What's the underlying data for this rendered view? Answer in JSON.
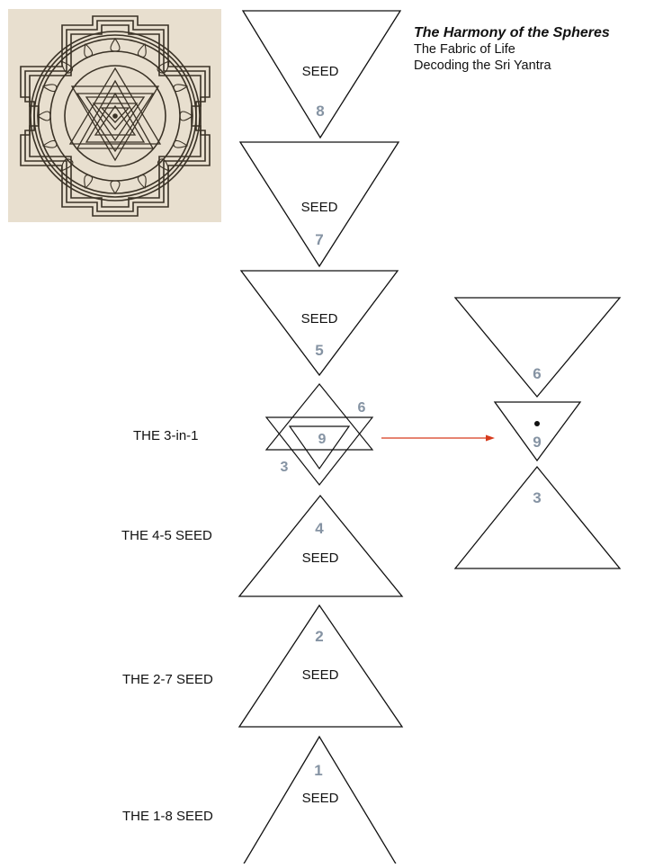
{
  "header": {
    "title": "The Harmony of the Spheres",
    "subtitle_1": "The Fabric of Life",
    "subtitle_2": "Decoding the Sri Yantra"
  },
  "seed_word": "SEED",
  "down_seeds": [
    {
      "number": "8"
    },
    {
      "number": "7"
    },
    {
      "number": "5"
    }
  ],
  "three_in_one": {
    "label": "THE 3-in-1",
    "numbers": [
      "6",
      "9",
      "3"
    ]
  },
  "up_seeds": [
    {
      "label": "THE 4-5 SEED",
      "number": "4"
    },
    {
      "label": "THE 2-7 SEED",
      "number": "2"
    },
    {
      "label": "THE 1-8 SEED",
      "number": "1"
    }
  ],
  "expanded": {
    "top": "6",
    "middle": "9",
    "bottom": "3"
  },
  "colors": {
    "line": "#111111",
    "number": "#8593a3",
    "arrow": "#d63a1c",
    "yantra_bg": "#e8dfcf",
    "yantra_line": "#3a3226"
  },
  "image": {
    "name": "sri-yantra-engraving"
  }
}
